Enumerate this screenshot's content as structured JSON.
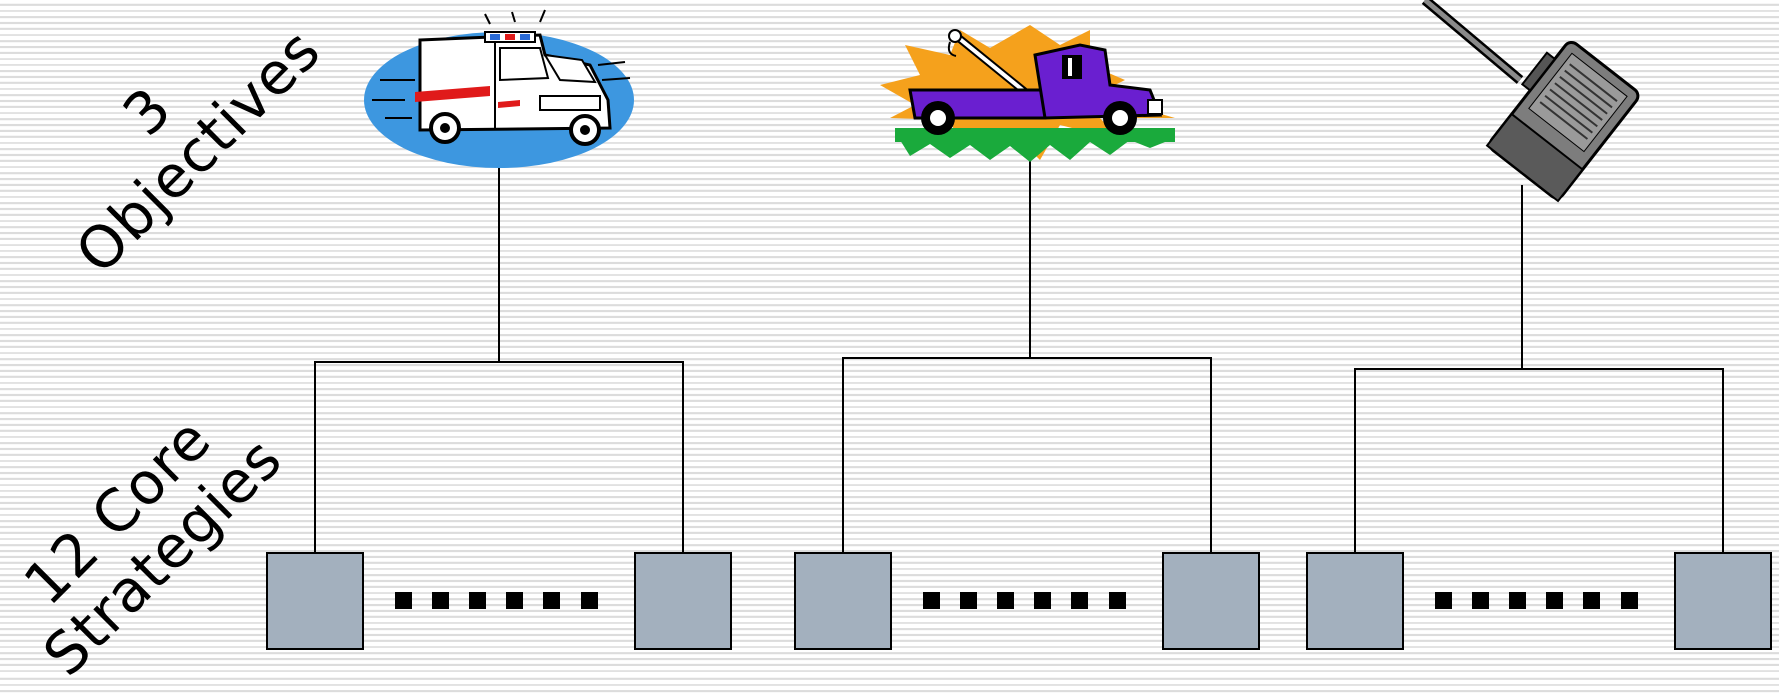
{
  "labels": {
    "objectives_line1": "3",
    "objectives_line2": "Objectives",
    "strategies_line1": "12 Core",
    "strategies_line2": "Strategies"
  },
  "objectives": [
    {
      "icon": "ambulance-icon"
    },
    {
      "icon": "tow-truck-icon"
    },
    {
      "icon": "radio-icon"
    }
  ],
  "colors": {
    "strategy_box": "#a3b0be",
    "line": "#000000",
    "ambulance_oval": "#3d97e0",
    "tow_burst": "#f5a11c",
    "tow_grass": "#1aaa3c",
    "tow_truck": "#6a1fd0"
  }
}
